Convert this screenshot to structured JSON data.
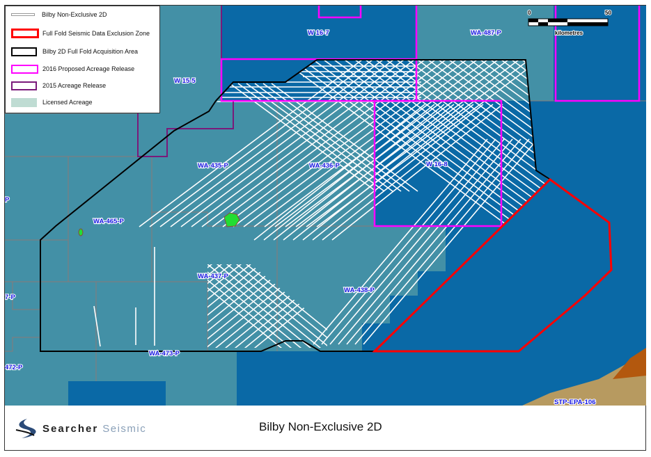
{
  "legend": {
    "items": [
      {
        "label": "Bilby Non-Exclusive 2D",
        "symbol": "line",
        "color": "#ffffff"
      },
      {
        "label": "Full Fold Seismic Data Exclusion Zone",
        "symbol": "box",
        "color": "#ff0000"
      },
      {
        "label": "Bilby 2D Full Fold Acquisition Area",
        "symbol": "box",
        "color": "#000000"
      },
      {
        "label": "2016 Proposed Acreage Release",
        "symbol": "box",
        "color": "#ff00ff"
      },
      {
        "label": "2015 Acreage Release",
        "symbol": "box",
        "color": "#800080"
      },
      {
        "label": "Licensed Acreage",
        "symbol": "fill",
        "color": "#bfdcd3"
      }
    ]
  },
  "scale": {
    "start": "0",
    "end": "50",
    "unit": "kilometres"
  },
  "labels": {
    "w16_7": "W 16-7",
    "wa487": "WA-487-P",
    "w15_5": "W 15-5",
    "wa435": "WA-435-P",
    "wa436": "WA-436-P",
    "w16_8": "W 16-8",
    "wa465": "WA-465-P",
    "wa437": "WA-437-P",
    "wa438": "WA-438-P",
    "wa473": "WA-473-P",
    "stp": "STP-EPA-106",
    "left1": "P",
    "left2": "7-P",
    "left3": "472-P"
  },
  "colors": {
    "deep_water": "#0a69a6",
    "shelf": "#4390a6",
    "land": "#b79a60",
    "land_dark": "#b3580e",
    "seismic": "#ffffff",
    "exclusion": "#ff0000",
    "acquisition": "#000000",
    "release_2016": "#ff00ff",
    "release_2015": "#7a1a7a",
    "block": "#8a7a78",
    "feature": "#22dd33"
  },
  "footer": {
    "logo_word1": "Searcher",
    "logo_word2": "Seismic",
    "title": "Bilby Non-Exclusive 2D"
  }
}
